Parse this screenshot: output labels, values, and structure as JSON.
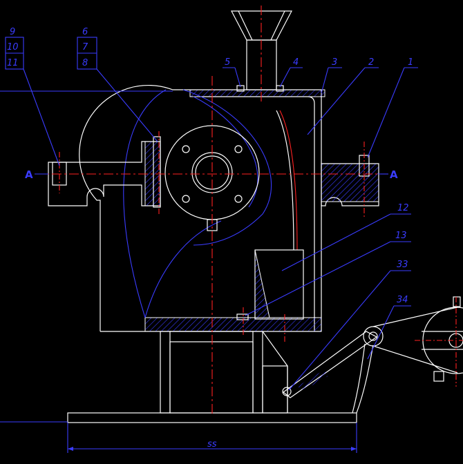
{
  "drawing": {
    "colors": {
      "background": "#000000",
      "outline": "#ffffff",
      "annotation": "#3a3cff",
      "centerline": "#ff2222",
      "hatch": "#3a3cff"
    },
    "section_marks": {
      "left": "A",
      "right": "A"
    },
    "callouts": {
      "c9": "9",
      "c10": "10",
      "c11": "11",
      "c6": "6",
      "c7": "7",
      "c8": "8",
      "c5": "5",
      "c4": "4",
      "c3": "3",
      "c2": "2",
      "c1": "1",
      "c12": "12",
      "c13": "13",
      "c33": "33",
      "c34": "34"
    },
    "dimension_text": "ss"
  }
}
